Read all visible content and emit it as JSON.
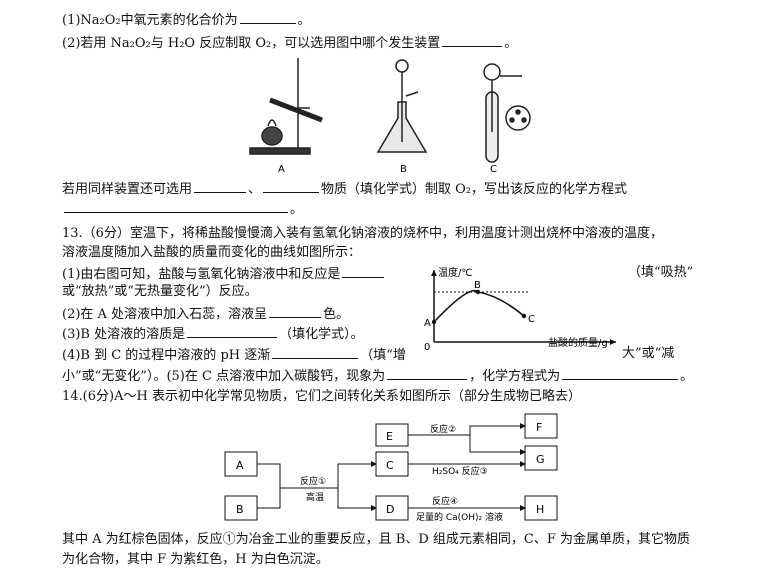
{
  "q12": {
    "line1_pre": "(1)Na₂O₂中氧元素的化合价为",
    "line1_post": "。",
    "line2_pre": "(2)若用 Na₂O₂与 H₂O 反应制取 O₂，可以选用图中哪个发生装置",
    "line2_post": "。",
    "apparatus_labels": [
      "A",
      "B",
      "C"
    ],
    "line3_pre": "若用同样装置还可选用",
    "line3_sep": "、",
    "line3_mid": "物质（填化学式）制取 O₂，写出该反应的化学方程式",
    "line4_post": "。"
  },
  "q13": {
    "line1": "13.（6分）室温下，将稀盐酸慢慢滴入装有氢氧化钠溶液的烧杯中，利用温度计测出烧杯中溶液的温度，",
    "line2": "溶液温度随加入盐酸的质量而变化的曲线如图所示：",
    "s1_pre": "(1)由右图可知，盐酸与氢氧化钠溶液中和反应是",
    "s1_right": "（填“吸热”",
    "s1_line2": "或“放热”或“无热量变化”）反应。",
    "s2_pre": "(2)在 A 处溶液中加入石蕊，溶液呈",
    "s2_post": "色。",
    "s3_pre": "(3)B 处溶液的溶质是",
    "s3_post": "（填化学式）。",
    "s4_pre": "(4)B 到 C 的过程中溶液的 pH 逐渐",
    "s4_mid": "（填“增",
    "s4_right": "大”或“减",
    "s4_line2_a": "小”或“无变化”）。(5)在 C 点溶液中加入碳酸钙，现象为",
    "s4_line2_b": "，化学方程式为",
    "s4_line2_end": "。",
    "chart": {
      "ylabel": "温度/℃",
      "xlabel": "盐酸的质量/g",
      "origin": "0",
      "points": [
        "A",
        "B",
        "C"
      ]
    }
  },
  "q14": {
    "line1": "14.(6分)A～H 表示初中化学常见物质，它们之间转化关系如图所示（部分生成物已略去）",
    "nodes": [
      "A",
      "B",
      "E",
      "C",
      "D",
      "F",
      "G",
      "H"
    ],
    "r1": "反应①",
    "r1_cond": "高温",
    "r2": "反应②",
    "r3": "H₂SO₄ 反应③",
    "r4": "反应④",
    "r4_cond": "足量的 Ca(OH)₂ 溶液",
    "p1": "其中 A 为红棕色固体，反应①为冶金工业的重要反应，且 B、D 组成元素相同，C、F 为金属单质，其它物质",
    "p2": "为化合物，其中 F 为紫红色，H 为白色沉淀。"
  }
}
